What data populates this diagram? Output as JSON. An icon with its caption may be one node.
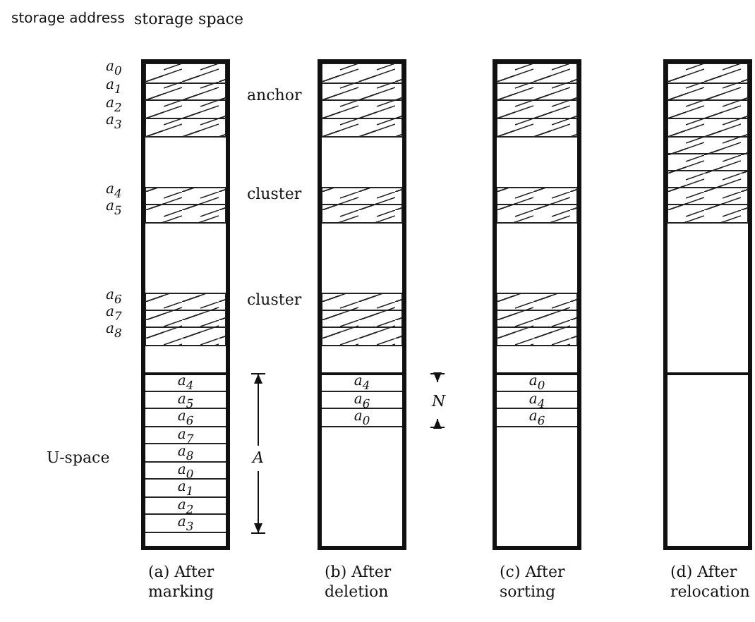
{
  "diagram": {
    "nodes": [
      {
        "text": [],
        "shape": "box",
        "beside": [
          "(a) After marking"
        ]
      },
      {
        "text": [
          "a$_{4}$"
        ],
        "in": 0
      },
      {
        "text": [
          "a$_{5}$"
        ],
        "in": 0
      },
      {
        "text": [
          "a$_{6}$"
        ],
        "in": 0
      },
      {
        "text": [
          "a$_{7}$"
        ],
        "in": 0
      },
      {
        "text": [
          "a$_{8}$"
        ],
        "in": 0
      },
      {
        "text": [
          "a$_{0}$"
        ],
        "in": 0
      },
      {
        "text": [
          "a$_{1}$"
        ],
        "in": 0
      },
      {
        "text": [
          "a$_{2}$"
        ],
        "in": 0
      },
      {
        "text": [
          "a$_{3}$"
        ],
        "in": 0
      },
      {
        "text": [],
        "shape": "box",
        "beside": [
          "(b) After deletion"
        ]
      },
      {
        "text": [
          "a$_{4}$"
        ],
        "in": 10
      },
      {
        "text": [
          "a$_{6}$"
        ],
        "in": 10
      },
      {
        "text": [
          "a$_{0}$"
        ],
        "in": 10
      },
      {
        "text": [],
        "shape": "box",
        "beside": [
          "(c) After sorting"
        ]
      },
      {
        "text": [
          "a$_{0}$"
        ],
        "in": 14
      },
      {
        "text": [
          "a$_{4}$"
        ],
        "in": 14
      },
      {
        "text": [
          "a$_{6}$"
        ],
        "in": 14
      },
      {
        "text": [],
        "shape": "box",
        "beside": [
          "(d) After relocation"
        ]
      }
    ],
    "labels": [
      "storage address",
      "storage space",
      "a$_{0}$",
      "a$_{1}$",
      "anchor",
      "a$_{2}$",
      "a$_{3}$",
      "a$_{4}$",
      "cluster",
      "a$_{5}$",
      "a$_{6}$",
      "a$_{7}$",
      "cluster",
      "a$_{8}$",
      "U-space",
      "A",
      "N"
    ]
  }
}
